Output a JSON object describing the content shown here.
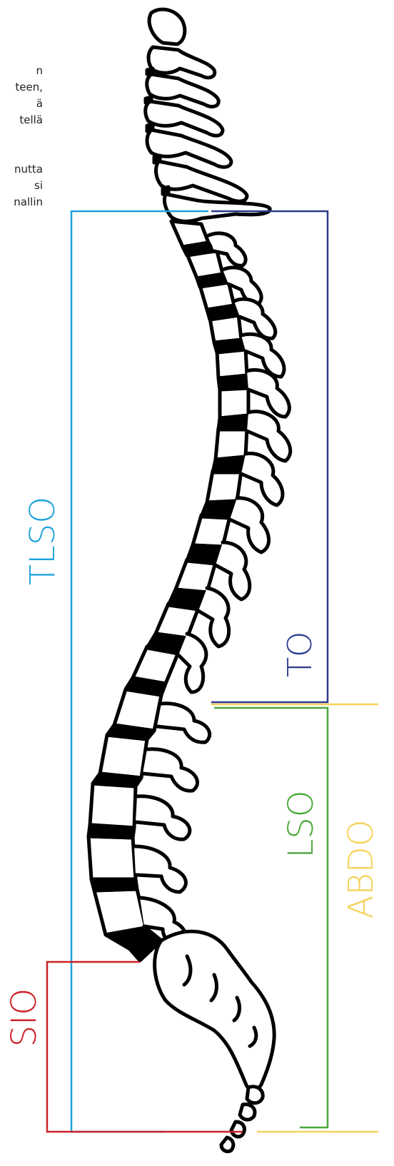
{
  "paragraph_fragments": [
    "n",
    "teen,",
    "ä",
    "tellä",
    "",
    "",
    "nutta",
    "si",
    "nallin"
  ],
  "brace_labels": {
    "tlso": "TLSO",
    "to": "TO",
    "lso": "LSO",
    "abdo": "ABDO",
    "sio": "SIO"
  },
  "colors": {
    "tlso": "#1fa3dc",
    "to": "#2a3a8c",
    "lso": "#4aa83a",
    "abdo": "#f5d25a",
    "sio": "#cc2027",
    "spine": "#000000"
  }
}
